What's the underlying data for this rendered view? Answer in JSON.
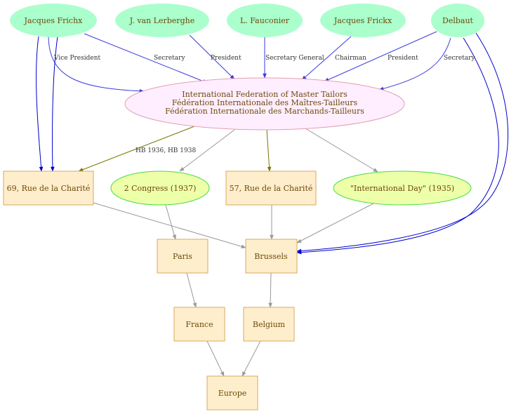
{
  "colors": {
    "person_fill": "#aaffcc",
    "org_fill": "#ffeeff",
    "org_stroke": "#e0a0b0",
    "place_fill": "#ffeecc",
    "place_stroke": "#d9a860",
    "event_fill": "#eeffaa",
    "event_stroke": "#44dd44",
    "role_edge": "#3a3ae0",
    "address_edge": "#777700",
    "gray_edge": "#999999",
    "blue_edge": "#0000cc",
    "text": "#6b4a0a"
  },
  "nodes": {
    "frichx": "Jacques Frichx",
    "lerberghe": "J. van Lerberghe",
    "fauconier": "L. Fauconier",
    "frickx": "Jacques Frickx",
    "delbaut": "Delbaut",
    "federation": [
      "International Federation of Master Tailors",
      "Fédération Internationale des Maîtres-Tailleurs",
      "Fédération Internationale des Marchands-Tailleurs"
    ],
    "rue69": "69, Rue de la Charité",
    "congress": "2 Congress (1937)",
    "rue57": "57, Rue de la Charité",
    "intlday": "\"International Day\" (1935)",
    "paris": "Paris",
    "brussels": "Brussels",
    "france": "France",
    "belgium": "Belgium",
    "europe": "Europe"
  },
  "edges": {
    "vice_president": "Vice President",
    "secretary_1": "Secretary",
    "president_1": "President",
    "secretary_general": "Secretary General",
    "chairman": "Chairman",
    "president_2": "President",
    "secretary_2": "Secretary",
    "hb": "HB 1936, HB 1938"
  }
}
